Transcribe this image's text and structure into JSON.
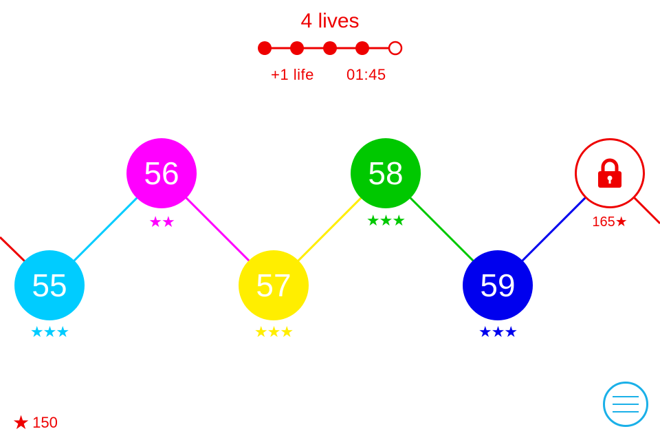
{
  "lives": {
    "title": "4 lives",
    "filled": 4,
    "total": 5,
    "color": "#ee0000",
    "regen_label": "+1 life",
    "timer": "01:45"
  },
  "levels": [
    {
      "number": "55",
      "color": "#00ccff",
      "stars": "★★★",
      "stars_earned": 3
    },
    {
      "number": "56",
      "color": "#ff00ff",
      "stars": "★★",
      "stars_earned": 2
    },
    {
      "number": "57",
      "color": "#ffee00",
      "stars": "★★★",
      "stars_earned": 3
    },
    {
      "number": "58",
      "color": "#00c800",
      "stars": "★★★",
      "stars_earned": 3
    },
    {
      "number": "59",
      "color": "#0000ee",
      "stars": "★★★",
      "stars_earned": 3
    }
  ],
  "locked_level": {
    "icon": "lock-icon",
    "color": "#ee0000",
    "cost_label": "165★",
    "stars_required": 165
  },
  "star_total": {
    "icon": "star-icon",
    "value": "150",
    "star_glyph": "★"
  },
  "menu": {
    "icon": "hamburger-menu-icon",
    "color": "#1ab0e8"
  },
  "path_colors": [
    "#ee0000",
    "#00ccff",
    "#ff00ff",
    "#ffee00",
    "#00c800",
    "#0000ee",
    "#ee0000"
  ]
}
